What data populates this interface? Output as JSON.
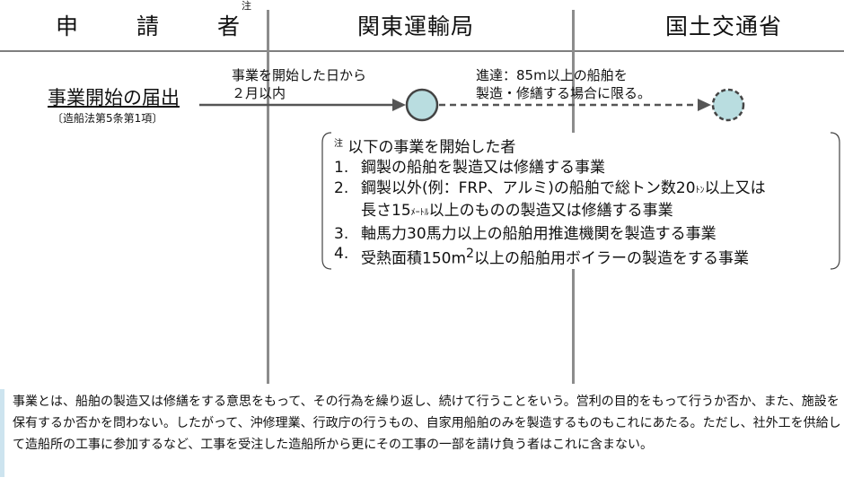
{
  "header": {
    "applicant": "申　請　者",
    "applicant_note_mark": "注",
    "bureau": "関東運輸局",
    "ministry": "国土交通省"
  },
  "flow": {
    "start_label": "事業開始の届出",
    "start_sub": "〔造船法第5条第1項〕",
    "deadline_line1": "事業を開始した日から",
    "deadline_line2": "２月以内",
    "forward_line1": "進達：85m以上の船舶を",
    "forward_line2": "製造・修繕する場合に限る。"
  },
  "note": {
    "mark": "注",
    "title": "以下の事業を開始した者",
    "items": [
      {
        "num": "1.",
        "text": "鋼製の船舶を製造又は修繕する事業"
      },
      {
        "num": "2.",
        "text_a": "鋼製以外(例：FRP、アルミ)の船舶で総トン数20",
        "unit_a": "ﾄﾝ",
        "text_b": "以上又は",
        "text_c": "長さ15",
        "unit_b": "ﾒｰﾄﾙ",
        "text_d": "以上のものの製造又は修繕する事業"
      },
      {
        "num": "3.",
        "text": "軸馬力30馬力以上の船舶用推進機関を製造する事業"
      },
      {
        "num": "4.",
        "text_a": "受熱面積150m",
        "sup": "2",
        "text_b": "以上の船舶用ボイラーの製造をする事業"
      }
    ]
  },
  "definition": "事業とは、船舶の製造又は修繕をする意思をもって、その行為を繰り返し、続けて行うことをいう。営利の目的をもって行うか否か、また、施設を保有するか否かを問わない。したがって、沖修理業、行政庁の行うもの、自家用船舶のみを製造するものもこれにあたる。ただし、社外工を供給して造船所の工事に参加するなど、工事を受注した造船所から更にその工事の一部を請け負う者はこれに含まない。",
  "colors": {
    "circle_fill": "#b9dde0",
    "arrow": "#555555",
    "circle_stroke": "#444444",
    "accent_bar": "#cde4ef"
  }
}
